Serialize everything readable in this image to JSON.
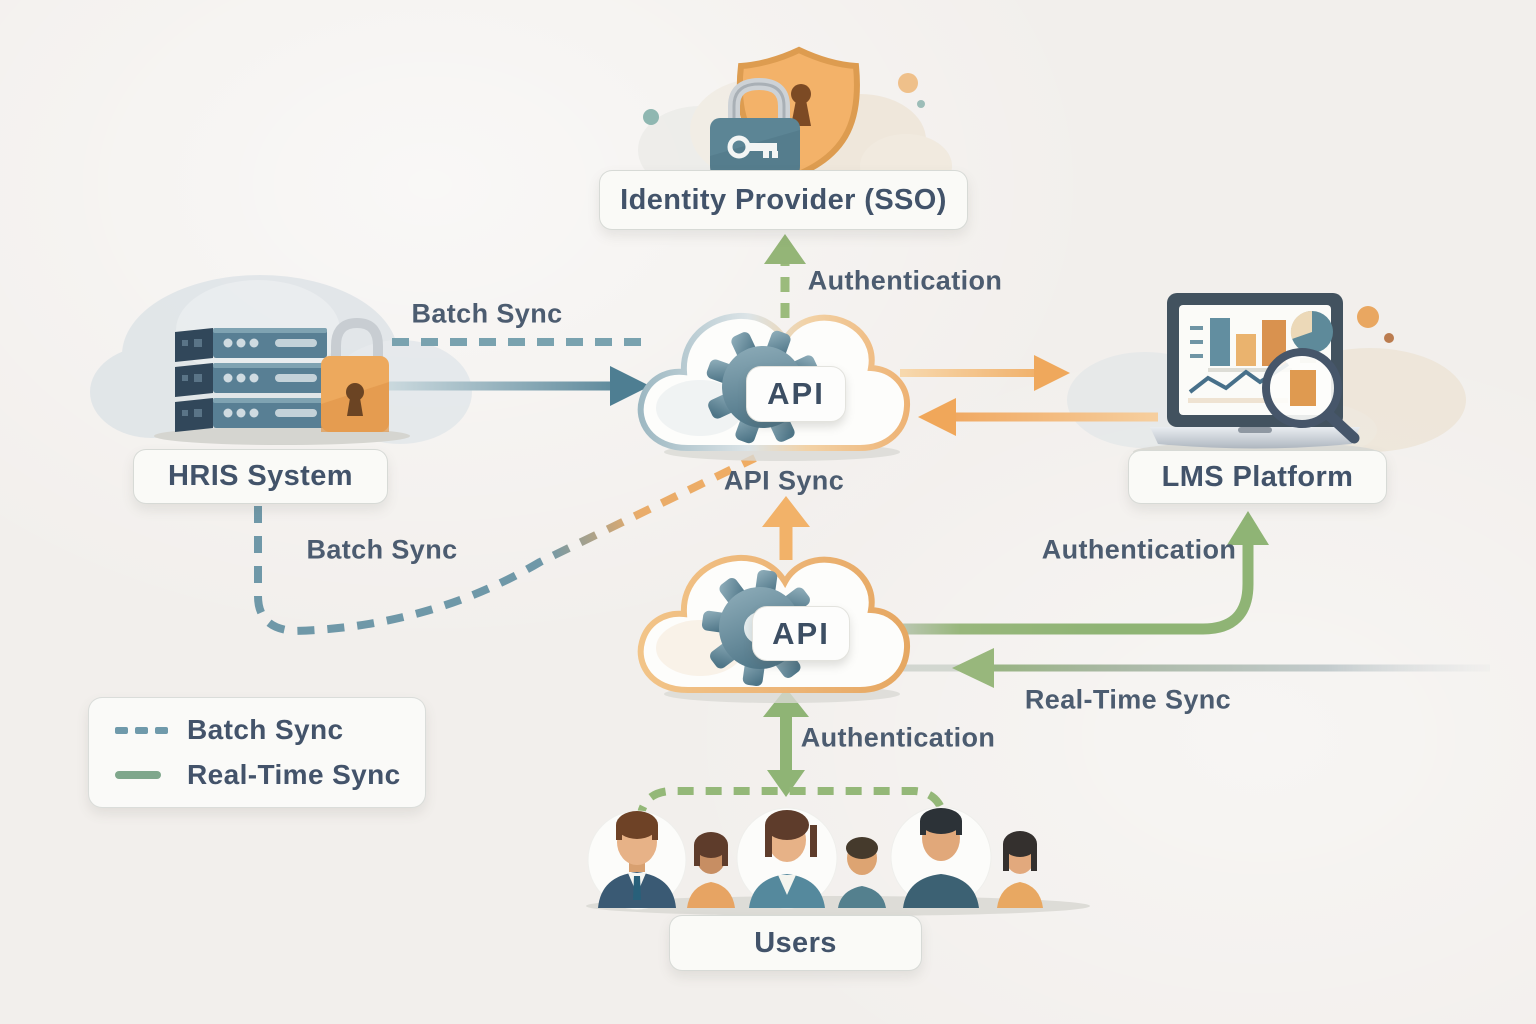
{
  "diagram": {
    "nodes": {
      "idp": {
        "label": "Identity Provider (SSO)",
        "icon": "shield-lock-key-icon"
      },
      "hris": {
        "label": "HRIS System",
        "icon": "server-stack-lock-icon"
      },
      "lms": {
        "label": "LMS Platform",
        "icon": "laptop-analytics-magnifier-icon"
      },
      "api_upper": {
        "label": "API",
        "icon": "cloud-gear-icon"
      },
      "api_lower": {
        "label": "API",
        "icon": "cloud-gear-icon"
      },
      "users": {
        "label": "Users",
        "icon": "people-group-icon"
      }
    },
    "edges": {
      "batch_sync_top": {
        "label": "Batch Sync",
        "style": "dashed",
        "color": "teal",
        "from": "hris",
        "to": "api_upper"
      },
      "batch_sync_mid": {
        "label": "Batch Sync",
        "style": "dashed",
        "color": "teal-orange",
        "from": "hris",
        "to": "api_lower"
      },
      "auth_idp": {
        "label": "Authentication",
        "style": "dashed",
        "color": "green",
        "from": "api_upper",
        "to": "idp"
      },
      "auth_lms": {
        "label": "Authentication",
        "style": "solid",
        "color": "green",
        "from": "api_lower",
        "to": "lms"
      },
      "auth_users": {
        "label": "Authentication",
        "style": "solid",
        "color": "green",
        "from": "users",
        "to": "api_lower"
      },
      "api_sync": {
        "label": "API Sync",
        "style": "solid",
        "color": "orange",
        "from": "api_lower",
        "to": "api_upper"
      },
      "real_time_sync": {
        "label": "Real-Time Sync",
        "style": "solid",
        "color": "green-gray",
        "from": "lms",
        "to": "api_lower"
      }
    },
    "legend": {
      "items": [
        {
          "label": "Batch Sync",
          "style": "dashed"
        },
        {
          "label": "Real-Time Sync",
          "style": "solid"
        }
      ]
    },
    "colors": {
      "teal": "#5f8fa0",
      "orange": "#f0a85c",
      "green": "#8fb475",
      "text_dark": "#44566b",
      "box_background": "#fafaf7",
      "background": "#f2efec"
    }
  }
}
